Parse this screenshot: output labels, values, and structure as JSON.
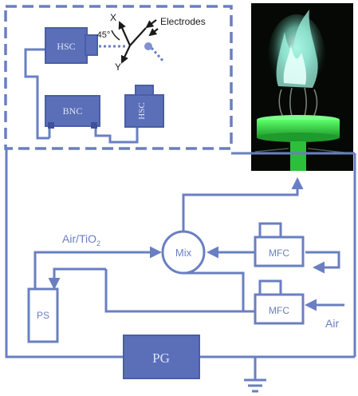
{
  "colors": {
    "line": "#6a7fc2",
    "box_fill": "#5b6fb8",
    "box_stroke": "#4a5ea8",
    "label_on_box": "#dde3f5",
    "text_dark": "#1a1a1a",
    "photo_bg": "#050805",
    "flame_green": "#35e048",
    "flame_cyan": "#b8fff0"
  },
  "labels": {
    "electrodes": "Electrodes",
    "axis_x": "X",
    "axis_y": "Y",
    "angle": "45°",
    "hsc_top": "HSC",
    "bnc": "BNC",
    "hsc_right": "HSC",
    "mix": "Mix",
    "mfc_upper": "MFC",
    "mfc_lower": "MFC",
    "air_tio2_main": "Air/TiO",
    "air_tio2_sub": "2",
    "ps": "PS",
    "air": "Air",
    "pg": "PG"
  },
  "icons": {
    "ground": "ground-symbol-icon",
    "flame": "flame-photo"
  }
}
